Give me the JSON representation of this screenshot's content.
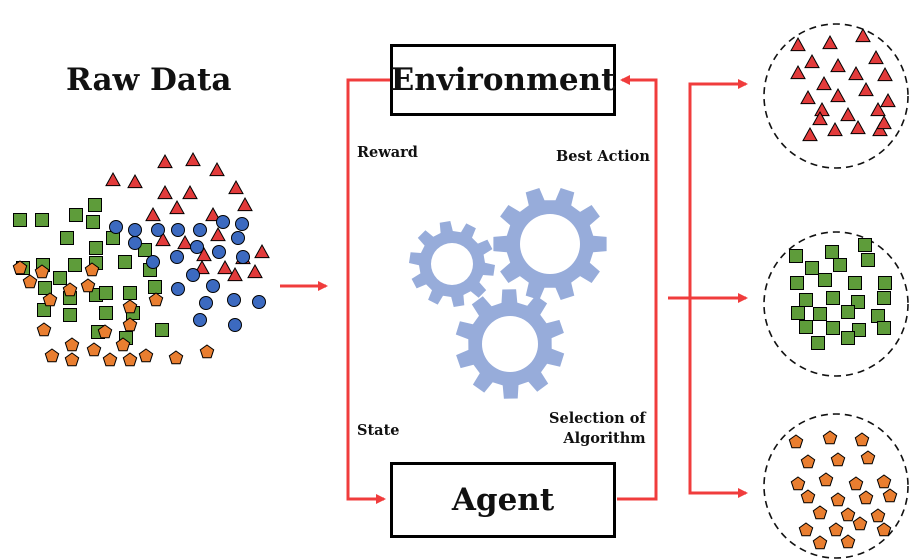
{
  "title": "Raw Data",
  "environment_label": "Environment",
  "agent_label": "Agent",
  "edge_labels": {
    "reward": "Reward",
    "best_action": "Best Action",
    "state": "State",
    "selection_line1": "Selection of",
    "selection_line2": "Algorithm"
  },
  "clusters": [
    "triangles",
    "squares",
    "pentagons"
  ],
  "colors": {
    "arrow": "#f03c3c",
    "gear": "#97acda",
    "triangle": "#e23b3b",
    "square": "#5e9c3a",
    "circle": "#3c6ac0",
    "pentagon": "#e97e30"
  }
}
